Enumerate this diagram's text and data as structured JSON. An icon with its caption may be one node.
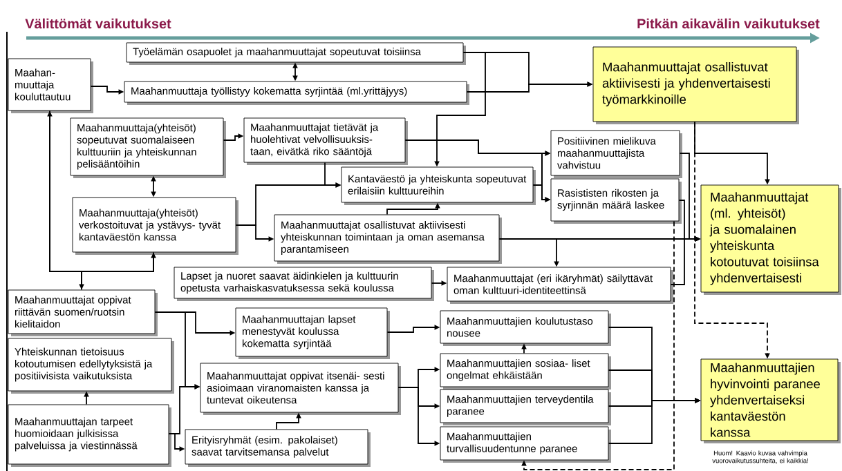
{
  "diagram": {
    "nodes": [
      {
        "text": [
          "Työelämän osapuolet ja maahanmuuttajat sopeutuvat toisiinsa"
        ]
      },
      {
        "text": [
          "Maahan- muuttaja kouluttautuu"
        ]
      },
      {
        "text": [
          "Maahanmuuttaja työllistyy kokematta syrjintää (ml.yrittäjyys)"
        ]
      },
      {
        "text": [
          "Maahanmuuttajat osallistuvat aktiivisesti ja yhdenvertaisesti työmarkkinoille"
        ]
      },
      {
        "text": [
          "Maahanmuuttaja(yhteisöt) sopeutuvat suomalaiseen kulttuuriin ja yhteiskunnan pelisääntöihin"
        ]
      },
      {
        "text": [
          "Maahanmuuttajat tietävät ja huolehtivat velvollisuuksis- taan, eivätkä riko sääntöjä"
        ]
      },
      {
        "text": [
          "Positiivinen mielikuva maahanmuuttajista vahvistuu"
        ]
      },
      {
        "text": [
          "Kantaväestö ja yhteiskunta sopeutuvat erilaisiin kulttuureihin"
        ]
      },
      {
        "text": [
          "Rasististen rikosten ja syrjinnän määrä laskee"
        ]
      },
      {
        "text": [
          "Maahanmuuttajat (ml. yhteisöt) ja suomalainen yhteiskunta kotoutuvat toisiinsa yhdenvertaisesti"
        ]
      },
      {
        "text": [
          "Maahanmuuttaja(yhteisöt) verkostoituvat ja ystävys- tyvät kantaväestön kanssa"
        ]
      },
      {
        "text": [
          "Maahanmuuttajat osallistuvat aktiivisesti yhteiskunnan toimintaan ja oman asemansa parantamiseen"
        ]
      },
      {
        "text": [
          "Lapset ja nuoret saavat äidinkielen ja kulttuurin opetusta varhaiskasvatuksessa sekä koulussa"
        ]
      },
      {
        "text": [
          "Maahanmuuttajat (eri ikäryhmät) säilyttävät oman kulttuuri-identiteettinsä"
        ]
      },
      {
        "text": [
          "Maahanmuuttajat oppivat riittävän suomen/ruotsin kielitaidon"
        ]
      },
      {
        "text": [
          "Maahanmuuttajan lapset menestyvät koulussa kokematta syrjintää"
        ]
      },
      {
        "text": [
          "Maahanmuuttajien koulutustaso nousee"
        ]
      },
      {
        "text": [
          "Yhteiskunnan tietoisuus kotoutumisen edellytyksistä ja positiivisista vaikutuksista"
        ]
      },
      {
        "text": [
          "Maahanmuuttajat oppivat itsenäi- sesti asioimaan viranomaisten kanssa ja tuntevat oikeutensa"
        ]
      },
      {
        "text": [
          "Maahanmuuttajien sosiaa- liset ongelmat ehkäistään"
        ]
      },
      {
        "text": [
          "Maahanmuuttajien terveydentila paranee"
        ]
      },
      {
        "text": [
          "Maahanmuuttajien hyvinvointi paranee yhdenvertaiseksi kantaväestön kanssa"
        ]
      },
      {
        "text": [
          "Maahanmuuttajan tarpeet huomioidaan julkisissa palveluissa ja viestinnässä"
        ]
      },
      {
        "text": [
          "Erityisryhmät (esim. pakolaiset) saavat tarvitsemansa palvelut"
        ]
      },
      {
        "text": [
          "Maahanmuuttajien turvallisuudentunne paranee"
        ]
      }
    ],
    "edges": [
      {
        "from": 0,
        "to": 2,
        "arrow": "both"
      },
      {
        "from": 1,
        "to": 2,
        "arrow": "to"
      },
      {
        "from": 0,
        "to": 3,
        "arrow": "to"
      },
      {
        "from": 2,
        "to": 3,
        "arrow": "to"
      },
      {
        "from": 0,
        "to": 7,
        "arrow": "to"
      },
      {
        "from": 4,
        "to": 5,
        "arrow": "to"
      },
      {
        "from": 4,
        "to": 10,
        "arrow": "both"
      },
      {
        "from": 5,
        "to": 6,
        "arrow": "to"
      },
      {
        "from": 5,
        "to": 8,
        "arrow": "to"
      },
      {
        "from": 7,
        "to": 6,
        "arrow": "to"
      },
      {
        "from": 7,
        "to": 8,
        "arrow": "to"
      },
      {
        "from": 5,
        "to": 7,
        "arrow": "to"
      },
      {
        "from": 10,
        "to": 7,
        "arrow": "to"
      },
      {
        "from": 10,
        "to": 11,
        "arrow": "to"
      },
      {
        "from": 11,
        "to": 7,
        "arrow": "to"
      },
      {
        "from": 11,
        "to": 9,
        "arrow": "to"
      },
      {
        "from": 11,
        "to": 13,
        "arrow": "to"
      },
      {
        "from": 6,
        "to": 9,
        "arrow": "to"
      },
      {
        "from": 8,
        "to": 9,
        "arrow": "to"
      },
      {
        "from": 13,
        "to": 9,
        "arrow": "to"
      },
      {
        "from": 3,
        "to": 9,
        "arrow": "to"
      },
      {
        "from": 3,
        "to": 21,
        "arrow": "to",
        "style": "dashed"
      },
      {
        "from": 12,
        "to": 13,
        "arrow": "to"
      },
      {
        "from": 14,
        "to": 1,
        "arrow": "to"
      },
      {
        "from": 10,
        "to": 14,
        "arrow": "to"
      },
      {
        "from": 14,
        "to": 15,
        "arrow": "to"
      },
      {
        "from": 14,
        "to": 18,
        "arrow": "to"
      },
      {
        "from": 22,
        "to": 17,
        "arrow": "to"
      },
      {
        "from": 22,
        "to": 18,
        "arrow": "to"
      },
      {
        "from": 22,
        "to": 23,
        "arrow": "to"
      },
      {
        "from": 23,
        "to": 18,
        "arrow": "to"
      },
      {
        "from": 15,
        "to": 16,
        "arrow": "to"
      },
      {
        "from": 18,
        "to": 19,
        "arrow": "to"
      },
      {
        "from": 18,
        "to": 20,
        "arrow": "to"
      },
      {
        "from": 18,
        "to": 24,
        "arrow": "to"
      },
      {
        "from": 19,
        "to": 16,
        "arrow": "to"
      },
      {
        "from": 16,
        "to": 21,
        "arrow": "to"
      },
      {
        "from": 19,
        "to": 21,
        "arrow": "to"
      },
      {
        "from": 20,
        "to": 21,
        "arrow": "to"
      },
      {
        "from": 24,
        "to": 21,
        "arrow": "to"
      },
      {
        "from": 8,
        "to": 24,
        "arrow": "to",
        "style": "dashed"
      },
      {
        "from": 1,
        "to": 10,
        "arrow": "to"
      }
    ],
    "labels": [
      "Välittömät vaikutukset",
      "Pitkän aikavälin vaikutukset",
      "Huom! Kaavio kuvaa vahvimpia vuorovaikutussuhteita, ei kaikkia!"
    ]
  }
}
